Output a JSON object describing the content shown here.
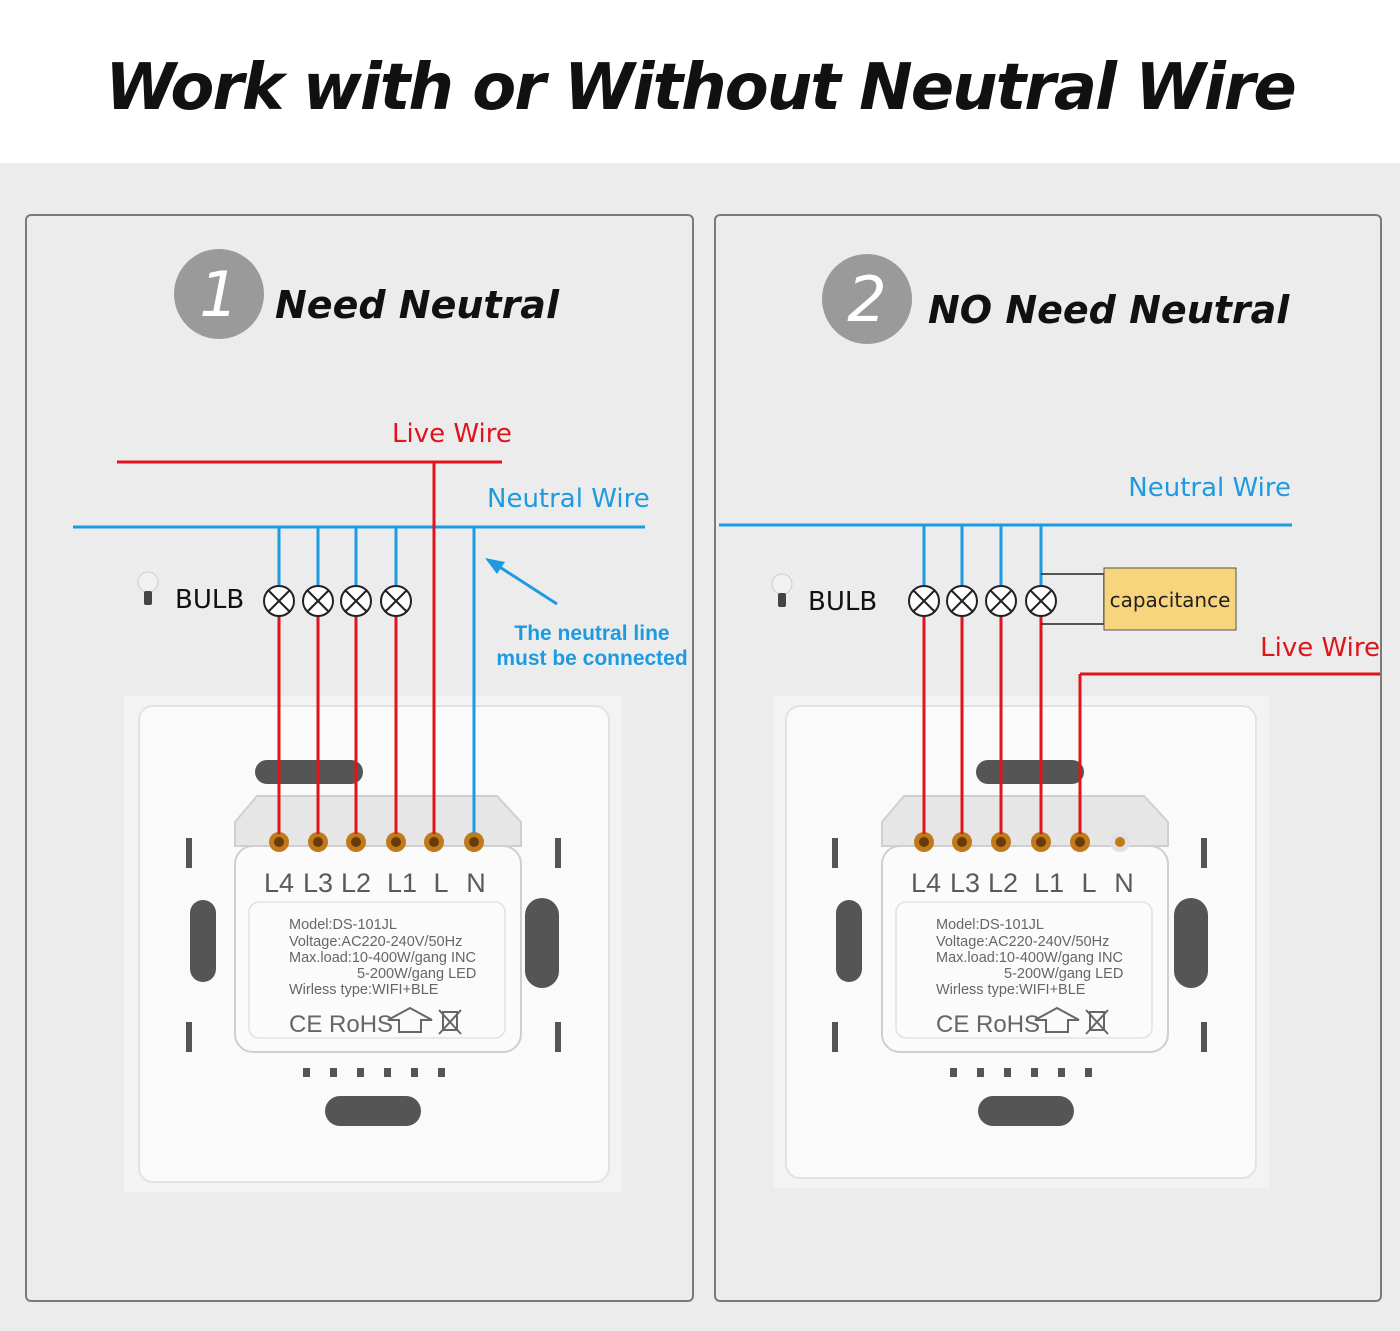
{
  "title": "Work with or Without Neutral Wire",
  "colors": {
    "live": "#e0141c",
    "neutral": "#1e9be0",
    "step_badge": "#9a9a9a",
    "capacitance_fill": "#f8d57c",
    "background": "#ececec"
  },
  "panels": [
    {
      "step": "1",
      "heading": "Need Neutral",
      "live_label": "Live Wire",
      "neutral_label": "Neutral Wire",
      "bulb_label": "BULB",
      "note_line1": "The neutral line",
      "note_line2": "must be connected"
    },
    {
      "step": "2",
      "heading": "NO Need Neutral",
      "live_label": "Live Wire",
      "neutral_label": "Neutral Wire",
      "bulb_label": "BULB",
      "capacitance_label": "capacitance"
    }
  ],
  "device": {
    "terminals": [
      "L4",
      "L3",
      "L2",
      "L1",
      "L",
      "N"
    ],
    "model": "Model:DS-101JL",
    "voltage": "Voltage:AC220-240V/50Hz",
    "max_load_1": "Max.load:10-400W/gang  INC",
    "max_load_2": "5-200W/gang  LED",
    "wireless": "Wirless type:WIFI+BLE",
    "marks": "CE RoHS"
  }
}
